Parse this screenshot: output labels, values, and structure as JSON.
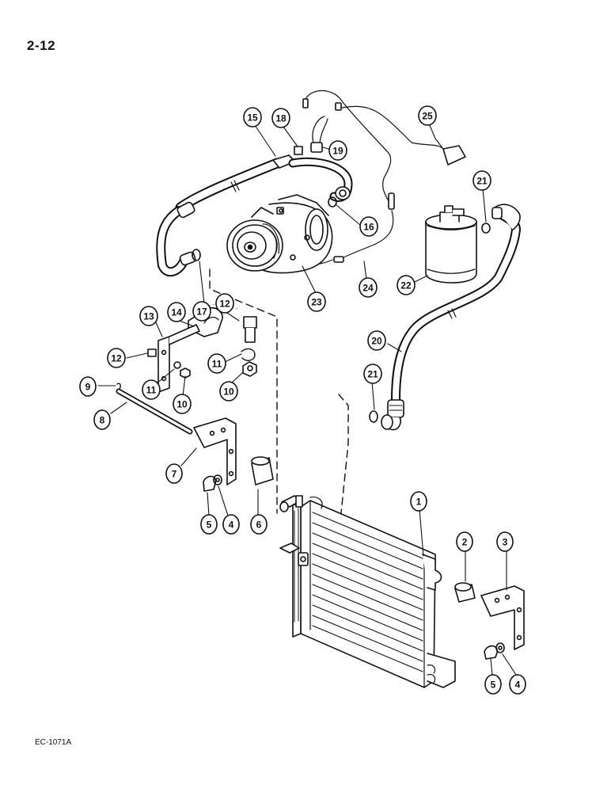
{
  "page": {
    "number": "2-12",
    "figure_code": "EC-1071A"
  },
  "colors": {
    "ink": "#111111",
    "paper": "#ffffff",
    "shade": "#cfcfcf"
  },
  "callouts": [
    {
      "id": "c15",
      "label": "15"
    },
    {
      "id": "c18",
      "label": "18"
    },
    {
      "id": "c19",
      "label": "19"
    },
    {
      "id": "c25",
      "label": "25"
    },
    {
      "id": "c21a",
      "label": "21"
    },
    {
      "id": "c16",
      "label": "16"
    },
    {
      "id": "c22",
      "label": "22"
    },
    {
      "id": "c24",
      "label": "24"
    },
    {
      "id": "c23",
      "label": "23"
    },
    {
      "id": "c17",
      "label": "17"
    },
    {
      "id": "c12a",
      "label": "12"
    },
    {
      "id": "c13",
      "label": "13"
    },
    {
      "id": "c14",
      "label": "14"
    },
    {
      "id": "c12b",
      "label": "12"
    },
    {
      "id": "c11a",
      "label": "11"
    },
    {
      "id": "c11b",
      "label": "11"
    },
    {
      "id": "c10a",
      "label": "10"
    },
    {
      "id": "c10b",
      "label": "10"
    },
    {
      "id": "c9",
      "label": "9"
    },
    {
      "id": "c8",
      "label": "8"
    },
    {
      "id": "c7",
      "label": "7"
    },
    {
      "id": "c5a",
      "label": "5"
    },
    {
      "id": "c4a",
      "label": "4"
    },
    {
      "id": "c6",
      "label": "6"
    },
    {
      "id": "c20",
      "label": "20"
    },
    {
      "id": "c21b",
      "label": "21"
    },
    {
      "id": "c1",
      "label": "1"
    },
    {
      "id": "c2",
      "label": "2"
    },
    {
      "id": "c3",
      "label": "3"
    },
    {
      "id": "c5b",
      "label": "5"
    },
    {
      "id": "c4b",
      "label": "4"
    }
  ]
}
